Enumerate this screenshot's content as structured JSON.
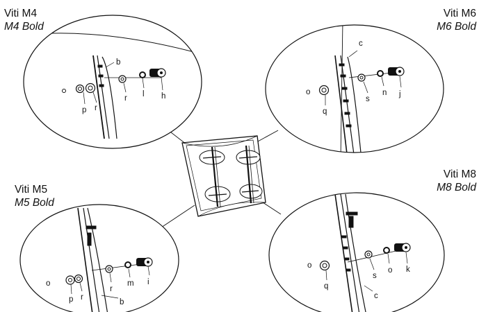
{
  "captions": {
    "m4": {
      "title": "Viti M4",
      "subtitle": "M4 Bold"
    },
    "m6": {
      "title": "Viti M6",
      "subtitle": "M6 Bold"
    },
    "m5": {
      "title": "Viti M5",
      "subtitle": "M5 Bold"
    },
    "m8": {
      "title": "Viti M8",
      "subtitle": "M8 Bold"
    }
  },
  "detail_m4": {
    "labels": [
      "b",
      "p",
      "r",
      "r",
      "l",
      "h"
    ]
  },
  "detail_m6": {
    "labels": [
      "c",
      "q",
      "s",
      "n",
      "j"
    ]
  },
  "detail_m5": {
    "labels": [
      "p",
      "r",
      "r",
      "m",
      "i",
      "b"
    ]
  },
  "detail_m8": {
    "labels": [
      "q",
      "s",
      "o",
      "k",
      "c"
    ]
  },
  "center": {
    "description": "mounting bracket with four attachment points"
  }
}
